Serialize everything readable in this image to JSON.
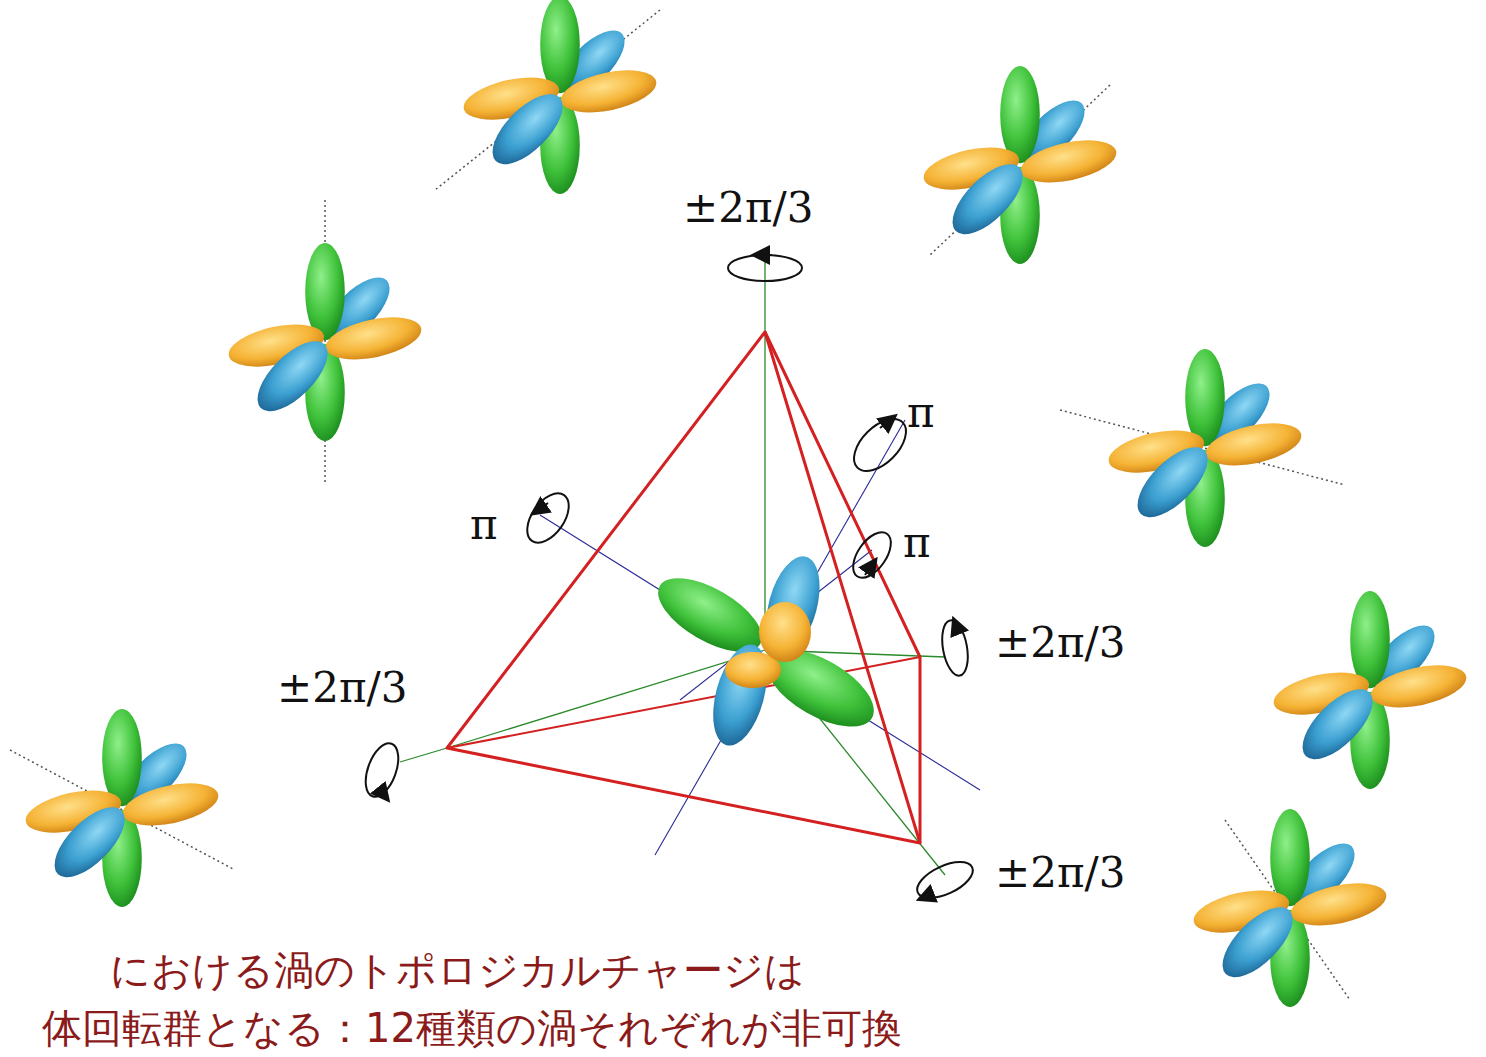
{
  "diagram": {
    "labels": [
      "±2π/3",
      "π",
      "π",
      "π",
      "±2π/3",
      "±2π/3",
      "±2π/3",
      "における渦のトポロジカルチャージは",
      "体回転群となる：12種類の渦それぞれが非可換"
    ]
  }
}
